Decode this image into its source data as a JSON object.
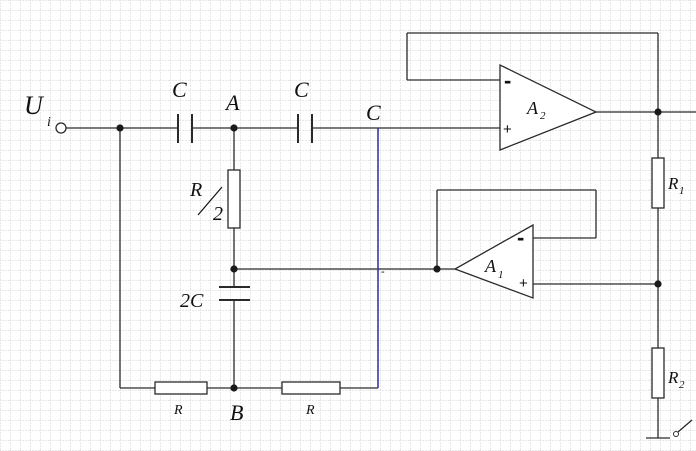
{
  "diagram": {
    "input_label": "U",
    "input_subscript": "i",
    "capacitor_labels": [
      "C",
      "C"
    ],
    "capacitor_2c_label": "2C",
    "resistor_half_label_num": "R",
    "resistor_half_label_den": "2",
    "resistor_bottom_labels": [
      "R",
      "R"
    ],
    "node_labels": {
      "a": "A",
      "b": "B",
      "c": "C"
    },
    "opamp_a1": {
      "name": "A",
      "subscript": "1",
      "minus": "-",
      "plus": "+"
    },
    "opamp_a2": {
      "name": "A",
      "subscript": "2",
      "minus": "-",
      "plus": "+"
    },
    "r1": {
      "name": "R",
      "subscript": "1"
    },
    "r2": {
      "name": "R",
      "subscript": "2"
    },
    "colors": {
      "wire": "#2a2a2a",
      "highlight_wire": "#2f2f9a",
      "grid": "#cfcfcf"
    }
  }
}
